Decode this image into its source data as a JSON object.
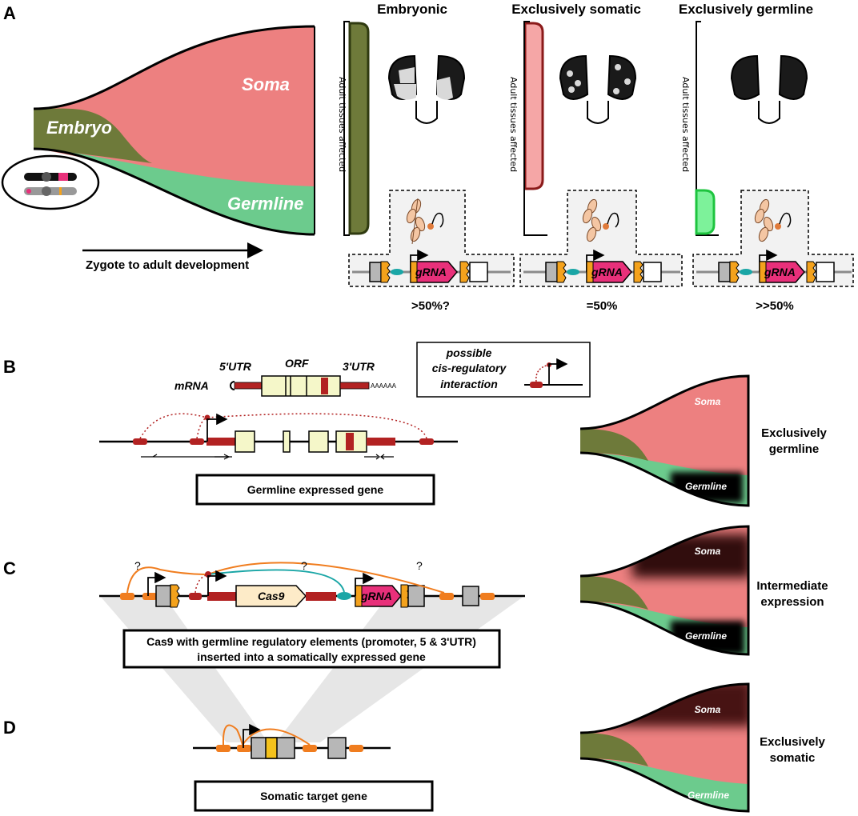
{
  "panels": {
    "a": "A",
    "b": "B",
    "c": "C",
    "d": "D"
  },
  "panel_a": {
    "stream_labels": {
      "soma": "Soma",
      "embryo": "Embryo",
      "germline": "Germline"
    },
    "arrow_label": "Zygote to adult development",
    "columns": [
      {
        "title": "Embryonic",
        "axis_label": "Adult tissues affected",
        "percent": ">50%?",
        "gRNA": "gRNA"
      },
      {
        "title": "Exclusively somatic",
        "axis_label": "Adult tissues affected",
        "percent": "=50%",
        "gRNA": "gRNA"
      },
      {
        "title": "Exclusively germline",
        "axis_label": "Adult tissues affected",
        "percent": ">>50%",
        "gRNA": "gRNA"
      }
    ],
    "colors": {
      "soma": "#ed8080",
      "embryo": "#6e7a3a",
      "germline": "#6ccb8d"
    }
  },
  "panel_b": {
    "mrna_label": "mRNA",
    "utr5": "5'UTR",
    "orf": "ORF",
    "utr3": "3'UTR",
    "polyA": "AAAAAA",
    "legend_text": [
      "possible",
      "cis-regulatory",
      "interaction"
    ],
    "gene_box": "Germline expressed gene",
    "stream": {
      "soma": "Soma",
      "germline": "Germline"
    },
    "side_label": [
      "Exclusively",
      "germline"
    ]
  },
  "panel_c": {
    "cas9": "Cas9",
    "gRNA": "gRNA",
    "question_marks": [
      "?",
      "?",
      "?"
    ],
    "caption": [
      "Cas9 with germline regulatory elements (promoter, 5 & 3'UTR)",
      "inserted into a somatically expressed gene"
    ],
    "stream": {
      "soma": "Soma",
      "germline": "Germline"
    },
    "side_label": [
      "Intermediate",
      "expression"
    ]
  },
  "panel_d": {
    "gene_box": "Somatic target gene",
    "stream": {
      "soma": "Soma",
      "germline": "Germline"
    },
    "side_label": [
      "Exclusively",
      "somatic"
    ]
  }
}
